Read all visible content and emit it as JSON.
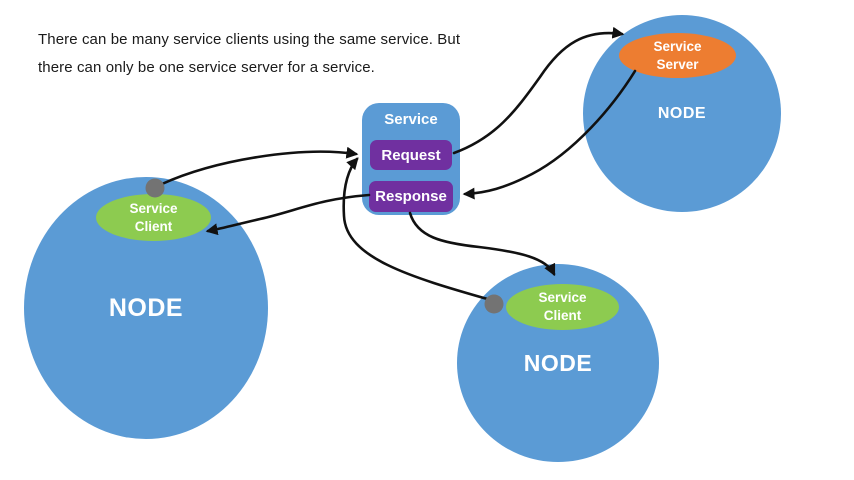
{
  "caption": {
    "line1": "There can be many service clients using the same service. But",
    "line2": "there can only be one service server for a service."
  },
  "service": {
    "title": "Service",
    "request": "Request",
    "response": "Response"
  },
  "nodes": {
    "left": {
      "label": "NODE",
      "client": "Service Client"
    },
    "top_right": {
      "label": "NODE",
      "server": "Service Server"
    },
    "bottom": {
      "label": "NODE",
      "client": "Service Client"
    }
  },
  "colors": {
    "node_blue": "#5B9BD5",
    "service_purple": "#7030A0",
    "server_orange": "#ED7D31",
    "client_green": "#8DCB50",
    "connector_black": "#111111",
    "junction_gray": "#737373",
    "text_black": "#1a1a1a",
    "label_white": "#ffffff"
  }
}
